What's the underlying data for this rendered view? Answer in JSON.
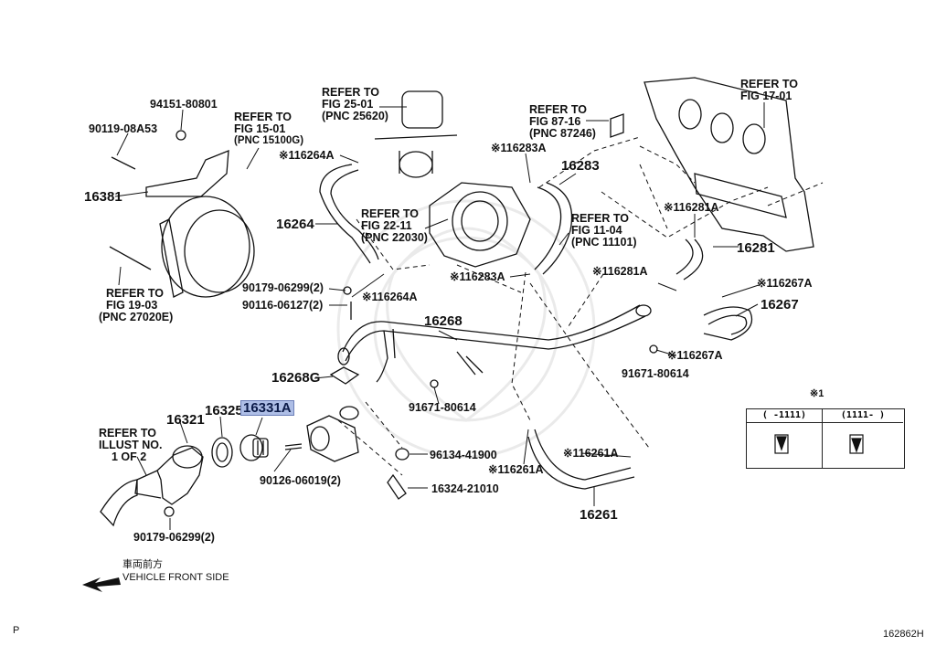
{
  "diagram": {
    "labels": {
      "p94151": "94151-80801",
      "p90119": "90119-08A53",
      "ref15": "REFER TO",
      "ref15b": "FIG 15-01",
      "ref15c": "(PNC 15100G)",
      "p16381": "16381",
      "ref19": "REFER TO",
      "ref19b": "FIG 19-03",
      "ref19c": "(PNC 27020E)",
      "ref25": "REFER TO",
      "ref25b": "FIG 25-01",
      "ref25c": "(PNC 25620)",
      "p16264A_top": "※116264A",
      "p16264": "16264",
      "ref22": "REFER TO",
      "ref22b": "FIG 22-11",
      "ref22c": "(PNC 22030)",
      "p16264A_bot": "※116264A",
      "p90179a": "90179-06299(2)",
      "p90116": "90116-06127(2)",
      "ref87": "REFER TO",
      "ref87b": "FIG 87-16",
      "ref87c": "(PNC 87246)",
      "p16283A_top": "※116283A",
      "p16283": "16283",
      "ref11": "REFER TO",
      "ref11b": "FIG 11-04",
      "ref11c": "(PNC 11101)",
      "p16283A_bot": "※116283A",
      "ref17": "REFER TO",
      "ref17b": "FIG 17-01",
      "p16281A_top": "※116281A",
      "p16281": "16281",
      "p16281A_bot": "※116281A",
      "p16267A_top": "※116267A",
      "p16267": "16267",
      "p16267A_bot": "※116267A",
      "p91671b": "91671-80614",
      "p16268": "16268",
      "p16268G": "16268G",
      "p91671a": "91671-80614",
      "p16321": "16321",
      "p16325": "16325",
      "p16331A": "16331A",
      "refIllus": "REFER TO",
      "refIllusb": "ILLUST NO.",
      "refIllusc": "1 OF 2",
      "p96134": "96134-41900",
      "p90126": "90126-06019(2)",
      "p16324": "16324-21010",
      "p16261A_left": "※116261A",
      "p16261A_right": "※116261A",
      "p16261": "16261",
      "p90179b": "90179-06299(2)",
      "jp": "車両前方",
      "vfs": "VEHICLE FRONT SIDE",
      "pageP": "P",
      "figId": "162862H"
    },
    "legend": {
      "mark": "※1",
      "col1": "(     -1111)",
      "col2": "(1111-     )"
    },
    "colors": {
      "highlight": "#aebee6",
      "ink": "#111111"
    }
  }
}
